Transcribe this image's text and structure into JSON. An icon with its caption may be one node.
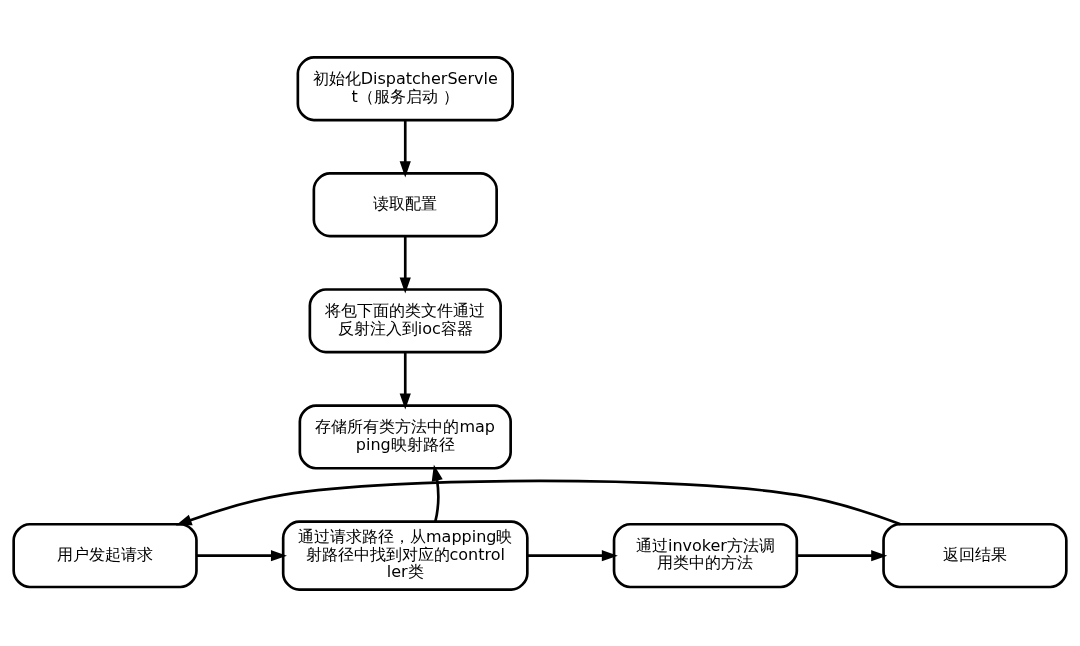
{
  "diagram": {
    "nodes": [
      {
        "text": [
          "初始化DispatcherServlet（服务启动 ）"
        ]
      },
      {
        "text": [
          "读取配置"
        ]
      },
      {
        "text": [
          "将包下面的类文件通过反射注入到ioc容器"
        ]
      },
      {
        "text": [
          "存储所有类方法中的mapping映射路径"
        ]
      },
      {
        "text": [
          "用户发起请求"
        ]
      },
      {
        "text": [
          "通过请求路径，从mapping映射路径中找到对应的controller类"
        ]
      },
      {
        "text": [
          "通过invoker方法调用类中的方法"
        ]
      },
      {
        "text": [
          "返回结果"
        ]
      }
    ],
    "edges": [
      {
        "from": 0,
        "to": 1,
        "arrow": "to"
      },
      {
        "from": 1,
        "to": 2,
        "arrow": "to"
      },
      {
        "from": 2,
        "to": 3,
        "arrow": "to"
      },
      {
        "from": 5,
        "to": 3,
        "arrow": "to"
      },
      {
        "from": 4,
        "to": 5,
        "arrow": "to"
      },
      {
        "from": 5,
        "to": 6,
        "arrow": "to"
      },
      {
        "from": 6,
        "to": 7,
        "arrow": "to"
      },
      {
        "from": 7,
        "to": 4,
        "arrow": "to"
      }
    ]
  }
}
